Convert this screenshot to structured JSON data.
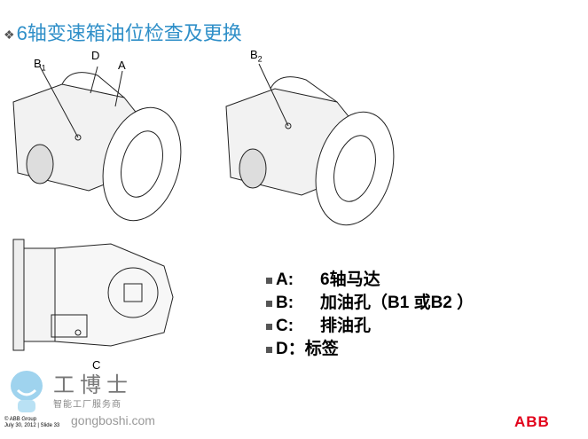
{
  "title": "6轴变速箱油位检查及更换",
  "figure_labels": {
    "b1": "B",
    "b1_sub": "1",
    "d": "D",
    "a": "A",
    "b2": "B",
    "b2_sub": "2",
    "c": "C"
  },
  "legend": [
    {
      "key": "A:",
      "text": "6轴马达"
    },
    {
      "key": "B:",
      "text": "加油孔（B1 或B2 ）"
    },
    {
      "key": "C:",
      "text": "排油孔"
    },
    {
      "key": "D：",
      "text": "标签"
    }
  ],
  "watermark": {
    "name": "工博士",
    "tagline": "智能工厂服务商",
    "url": "gongboshi.com"
  },
  "footer": {
    "line1": "© ABB Group",
    "line2": "July 30, 2012 | Slide 33"
  },
  "brand": "ABB",
  "colors": {
    "title": "#2f8fc8",
    "brand": "#e2001a"
  }
}
